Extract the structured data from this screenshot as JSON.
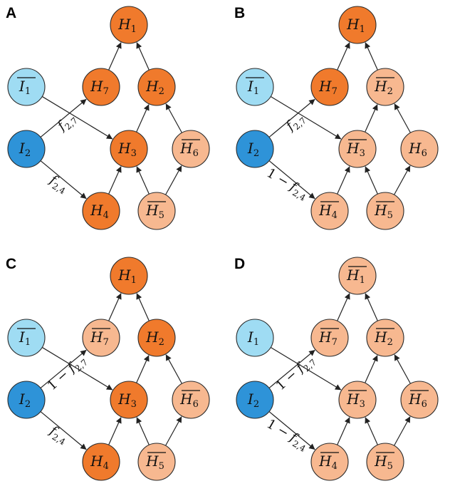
{
  "colors": {
    "active": "#f07a2c",
    "inactive": "#f7b890",
    "input_light": "#9fdcf3",
    "input_dark": "#2e93d8"
  },
  "panels": [
    {
      "letter": "A",
      "nodes": {
        "H1": {
          "base": "H",
          "sub": "1",
          "bar": false,
          "state": "active"
        },
        "H7": {
          "base": "H",
          "sub": "7",
          "bar": false,
          "state": "active"
        },
        "H2": {
          "base": "H",
          "sub": "2",
          "bar": false,
          "state": "active"
        },
        "I1": {
          "base": "I",
          "sub": "1",
          "bar": true,
          "state": "input_light"
        },
        "I2": {
          "base": "I",
          "sub": "2",
          "bar": false,
          "state": "input_dark"
        },
        "H3": {
          "base": "H",
          "sub": "3",
          "bar": false,
          "state": "active"
        },
        "H6": {
          "base": "H",
          "sub": "6",
          "bar": true,
          "state": "inactive"
        },
        "H4": {
          "base": "H",
          "sub": "4",
          "bar": false,
          "state": "active"
        },
        "H5": {
          "base": "H",
          "sub": "5",
          "bar": true,
          "state": "inactive"
        }
      },
      "label_27": {
        "prefix": "",
        "base": "f",
        "sub": "2,7"
      },
      "label_24": {
        "prefix": "",
        "base": "f",
        "sub": "2,4"
      }
    },
    {
      "letter": "B",
      "nodes": {
        "H1": {
          "base": "H",
          "sub": "1",
          "bar": false,
          "state": "active"
        },
        "H7": {
          "base": "H",
          "sub": "7",
          "bar": false,
          "state": "active"
        },
        "H2": {
          "base": "H",
          "sub": "2",
          "bar": true,
          "state": "inactive"
        },
        "I1": {
          "base": "I",
          "sub": "1",
          "bar": true,
          "state": "input_light"
        },
        "I2": {
          "base": "I",
          "sub": "2",
          "bar": false,
          "state": "input_dark"
        },
        "H3": {
          "base": "H",
          "sub": "3",
          "bar": true,
          "state": "inactive"
        },
        "H6": {
          "base": "H",
          "sub": "6",
          "bar": false,
          "state": "inactive"
        },
        "H4": {
          "base": "H",
          "sub": "4",
          "bar": true,
          "state": "inactive"
        },
        "H5": {
          "base": "H",
          "sub": "5",
          "bar": true,
          "state": "inactive"
        }
      },
      "label_27": {
        "prefix": "",
        "base": "f",
        "sub": "2,7"
      },
      "label_24": {
        "prefix": "1 − ",
        "base": "f",
        "sub": "2,4"
      }
    },
    {
      "letter": "C",
      "nodes": {
        "H1": {
          "base": "H",
          "sub": "1",
          "bar": false,
          "state": "active"
        },
        "H7": {
          "base": "H",
          "sub": "7",
          "bar": true,
          "state": "inactive"
        },
        "H2": {
          "base": "H",
          "sub": "2",
          "bar": false,
          "state": "active"
        },
        "I1": {
          "base": "I",
          "sub": "1",
          "bar": true,
          "state": "input_light"
        },
        "I2": {
          "base": "I",
          "sub": "2",
          "bar": false,
          "state": "input_dark"
        },
        "H3": {
          "base": "H",
          "sub": "3",
          "bar": false,
          "state": "active"
        },
        "H6": {
          "base": "H",
          "sub": "6",
          "bar": true,
          "state": "inactive"
        },
        "H4": {
          "base": "H",
          "sub": "4",
          "bar": false,
          "state": "active"
        },
        "H5": {
          "base": "H",
          "sub": "5",
          "bar": true,
          "state": "inactive"
        }
      },
      "label_27": {
        "prefix": "1 − ",
        "base": "f",
        "sub": "2,7"
      },
      "label_24": {
        "prefix": "",
        "base": "f",
        "sub": "2,4"
      }
    },
    {
      "letter": "D",
      "nodes": {
        "H1": {
          "base": "H",
          "sub": "1",
          "bar": true,
          "state": "inactive"
        },
        "H7": {
          "base": "H",
          "sub": "7",
          "bar": true,
          "state": "inactive"
        },
        "H2": {
          "base": "H",
          "sub": "2",
          "bar": true,
          "state": "inactive"
        },
        "I1": {
          "base": "I",
          "sub": "1",
          "bar": false,
          "state": "input_light"
        },
        "I2": {
          "base": "I",
          "sub": "2",
          "bar": false,
          "state": "input_dark"
        },
        "H3": {
          "base": "H",
          "sub": "3",
          "bar": true,
          "state": "inactive"
        },
        "H6": {
          "base": "H",
          "sub": "6",
          "bar": true,
          "state": "inactive"
        },
        "H4": {
          "base": "H",
          "sub": "4",
          "bar": true,
          "state": "inactive"
        },
        "H5": {
          "base": "H",
          "sub": "5",
          "bar": true,
          "state": "inactive"
        }
      },
      "label_27": {
        "prefix": "1 − ",
        "base": "f",
        "sub": "2,7"
      },
      "label_24": {
        "prefix": "1 − ",
        "base": "f",
        "sub": "2,4"
      }
    }
  ]
}
